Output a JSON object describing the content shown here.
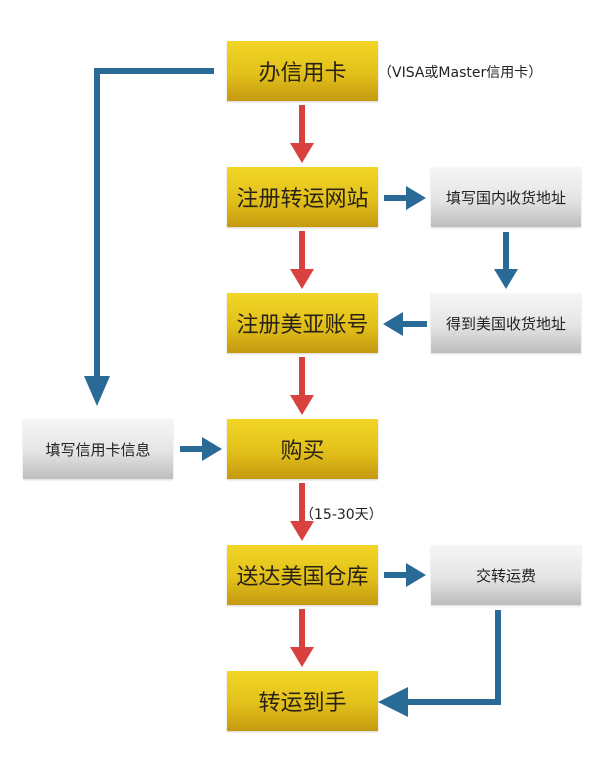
{
  "diagram": {
    "type": "flowchart",
    "colors": {
      "main_step": "#e2c01a",
      "side_step": "#e4e4e4",
      "main_arrow": "#d9413f",
      "side_arrow": "#2a6a96"
    },
    "main_steps": [
      {
        "id": "apply-card",
        "label": "办信用卡"
      },
      {
        "id": "register-forwarder",
        "label": "注册转运网站"
      },
      {
        "id": "register-amazon",
        "label": "注册美亚账号"
      },
      {
        "id": "purchase",
        "label": "购买"
      },
      {
        "id": "arrive-warehouse",
        "label": "送达美国仓库"
      },
      {
        "id": "receive",
        "label": "转运到手"
      }
    ],
    "side_steps": [
      {
        "id": "fill-domestic-address",
        "label": "填写国内收货地址"
      },
      {
        "id": "get-us-address",
        "label": "得到美国收货地址"
      },
      {
        "id": "fill-card-info",
        "label": "填写信用卡信息"
      },
      {
        "id": "pay-shipping",
        "label": "交转运费"
      }
    ],
    "notes": {
      "card_type": "（VISA或Master信用卡）",
      "shipping_time": "（15-30天）"
    },
    "edges": [
      {
        "from": "apply-card",
        "to": "register-forwarder",
        "style": "main"
      },
      {
        "from": "register-forwarder",
        "to": "register-amazon",
        "style": "main"
      },
      {
        "from": "register-amazon",
        "to": "purchase",
        "style": "main"
      },
      {
        "from": "purchase",
        "to": "arrive-warehouse",
        "style": "main",
        "label": "（15-30天）"
      },
      {
        "from": "arrive-warehouse",
        "to": "receive",
        "style": "main"
      },
      {
        "from": "register-forwarder",
        "to": "fill-domestic-address",
        "style": "side"
      },
      {
        "from": "fill-domestic-address",
        "to": "get-us-address",
        "style": "side"
      },
      {
        "from": "get-us-address",
        "to": "register-amazon",
        "style": "side"
      },
      {
        "from": "apply-card",
        "to": "fill-card-info",
        "style": "side"
      },
      {
        "from": "fill-card-info",
        "to": "purchase",
        "style": "side"
      },
      {
        "from": "arrive-warehouse",
        "to": "pay-shipping",
        "style": "side"
      },
      {
        "from": "pay-shipping",
        "to": "receive",
        "style": "side"
      }
    ]
  }
}
